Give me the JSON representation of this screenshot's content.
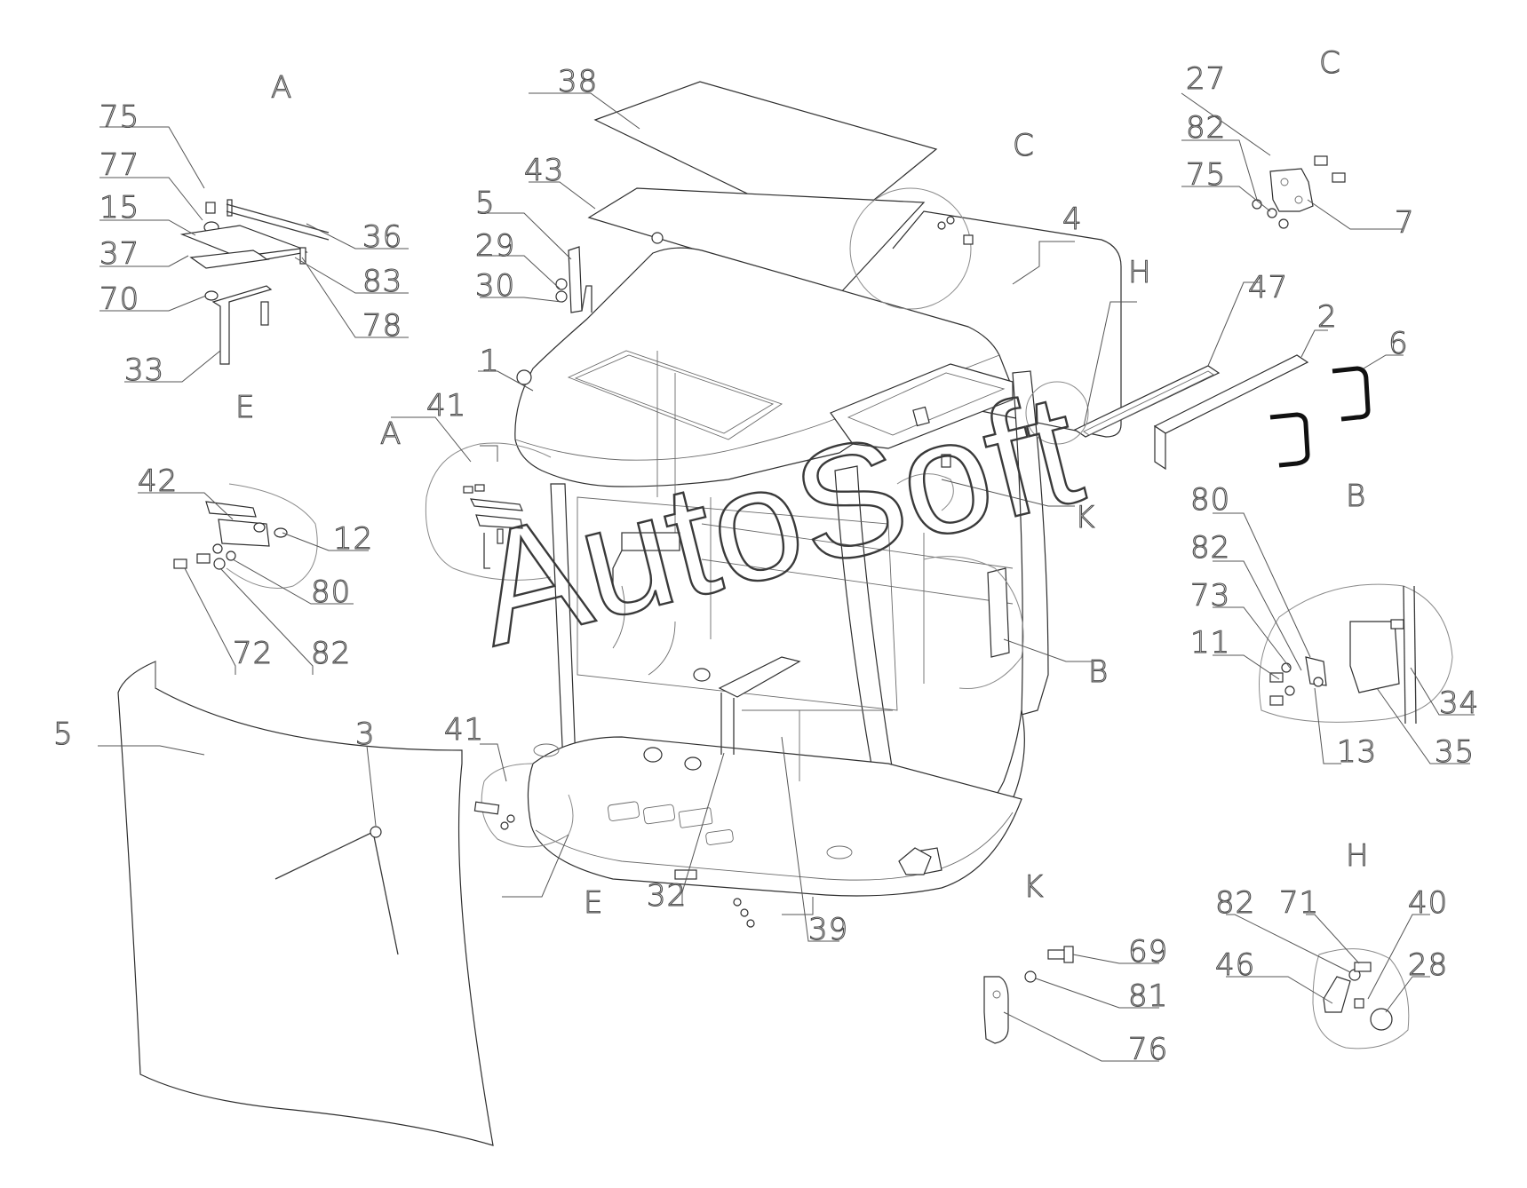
{
  "watermark": "AutoSoft",
  "sections": {
    "A_left": "A",
    "A_mid": "A",
    "C_right": "C",
    "C_mid": "C",
    "E_left": "E",
    "E_mid": "E",
    "H_right": "H",
    "H_mid": "H",
    "B_right": "B",
    "B_mid": "B",
    "K_right": "K",
    "K_mid": "K"
  },
  "callouts": {
    "p75a": "75",
    "p77": "77",
    "p15": "15",
    "p37": "37",
    "p70": "70",
    "p33": "33",
    "p36": "36",
    "p83": "83",
    "p78": "78",
    "p42": "42",
    "p12": "12",
    "p80a": "80",
    "p72": "72",
    "p82a": "82",
    "p38": "38",
    "p43": "43",
    "p5a": "5",
    "p29": "29",
    "p30": "30",
    "p1": "1",
    "p41a": "41",
    "p27": "27",
    "p82b": "82",
    "p75b": "75",
    "p7": "7",
    "p4": "4",
    "p47": "47",
    "p2": "2",
    "p6": "6",
    "p80b": "80",
    "p82c": "82",
    "p73": "73",
    "p11": "11",
    "p34": "34",
    "p13": "13",
    "p35": "35",
    "p5b": "5",
    "p3": "3",
    "p41b": "41",
    "p32": "32",
    "p39": "39",
    "p69": "69",
    "p81": "81",
    "p76": "76",
    "p82d": "82",
    "p71": "71",
    "p40": "40",
    "p46": "46",
    "p28": "28"
  }
}
